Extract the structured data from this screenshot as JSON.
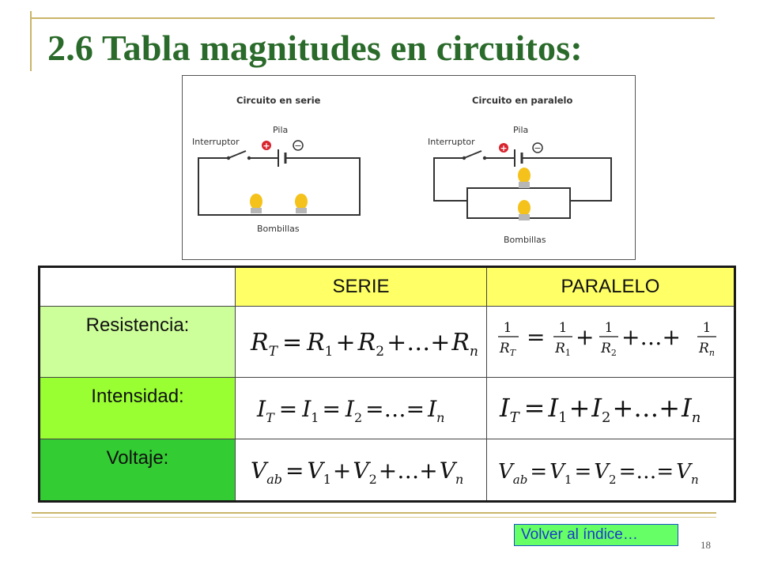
{
  "slide": {
    "title": "2.6 Tabla magnitudes en circuitos:",
    "page_number": "18",
    "back_link": "Volver al índice…"
  },
  "diagram": {
    "series": {
      "title": "Circuito en serie",
      "battery_label": "Pila",
      "switch_label": "Interruptor",
      "bulbs_label": "Bombillas"
    },
    "parallel": {
      "title": "Circuito en paralelo",
      "battery_label": "Pila",
      "switch_label": "Interruptor",
      "bulbs_label": "Bombillas"
    },
    "plus_sign": "+",
    "minus_sign": "−"
  },
  "table": {
    "columns": [
      "",
      "SERIE",
      "PARALELO"
    ],
    "rows": [
      {
        "label": "Resistencia:",
        "serie": "R_T = R_1 + R_2 + … + R_n",
        "paralelo": "1/R_T = 1/R_1 + 1/R_2 + … + 1/R_n"
      },
      {
        "label": "Intensidad:",
        "serie": "I_T = I_1 = I_2 = … = I_n",
        "paralelo": "I_T = I_1 + I_2 + … + I_n"
      },
      {
        "label": "Voltaje:",
        "serie": "V_ab = V_1 + V_2 + … + V_n",
        "paralelo": "V_ab = V_1 = V_2 = … = V_n"
      }
    ]
  },
  "colors": {
    "title": "#2a6a2a",
    "header_bg": "#ffff66",
    "row_resistencia": "#ccff99",
    "row_intensidad": "#99ff33",
    "row_voltaje": "#33cc33",
    "button_bg": "#66ff66",
    "button_text": "#1a3cc8",
    "accent_rule": "#c9b56a"
  }
}
